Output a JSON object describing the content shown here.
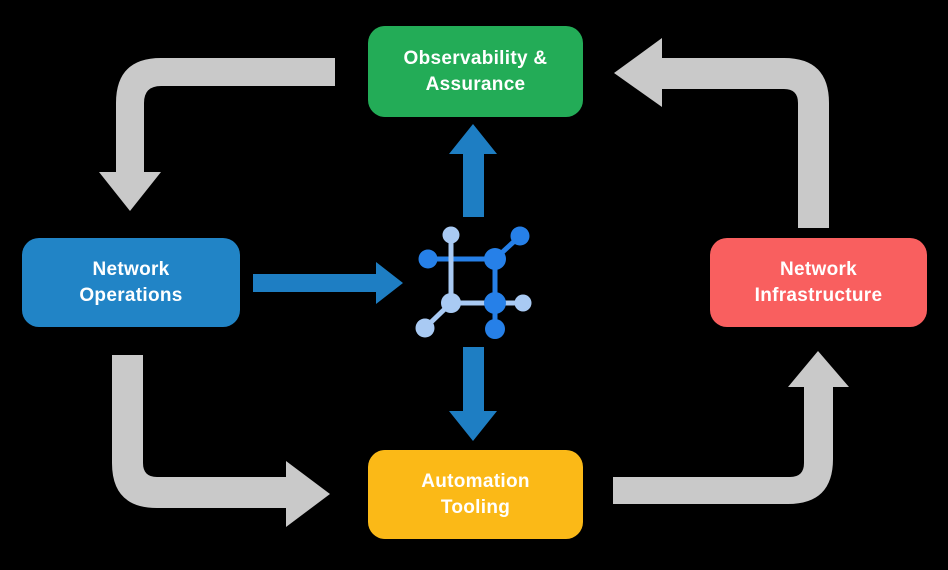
{
  "diagram": {
    "title": "Network automation lifecycle diagram",
    "nodes": {
      "observability": {
        "line1": "Observability &",
        "line2": "Assurance"
      },
      "operations": {
        "line1": "Network",
        "line2": "Operations"
      },
      "infrastructure": {
        "line1": "Network",
        "line2": "Infrastructure"
      },
      "automation": {
        "line1": "Automation",
        "line2": "Tooling"
      }
    },
    "hub": {
      "icon": "network-hub-icon"
    },
    "connections": [
      {
        "from": "Observability & Assurance",
        "to": "Network Operations",
        "style": "gray-elbow"
      },
      {
        "from": "Network Operations",
        "to": "hub",
        "style": "blue-straight"
      },
      {
        "from": "hub",
        "to": "Observability & Assurance",
        "style": "blue-straight"
      },
      {
        "from": "hub",
        "to": "Automation Tooling",
        "style": "blue-straight"
      },
      {
        "from": "Network Operations",
        "to": "Automation Tooling",
        "style": "gray-elbow"
      },
      {
        "from": "Automation Tooling",
        "to": "Network Infrastructure",
        "style": "gray-elbow"
      },
      {
        "from": "Network Infrastructure",
        "to": "Observability & Assurance",
        "style": "gray-elbow"
      }
    ]
  },
  "colors": {
    "node-observability-bg": "#23AC57",
    "node-operations-bg": "#2184C6",
    "node-infrastructure-bg": "#F95F5F",
    "node-automation-bg": "#FBB917",
    "arrow-gray": "#C9C9C9",
    "arrow-blue": "#1E7EC3",
    "icon-dark": "#2680E8",
    "icon-light": "#A9CAF3",
    "node-text": "#FFFFFF",
    "background": "#000000"
  }
}
